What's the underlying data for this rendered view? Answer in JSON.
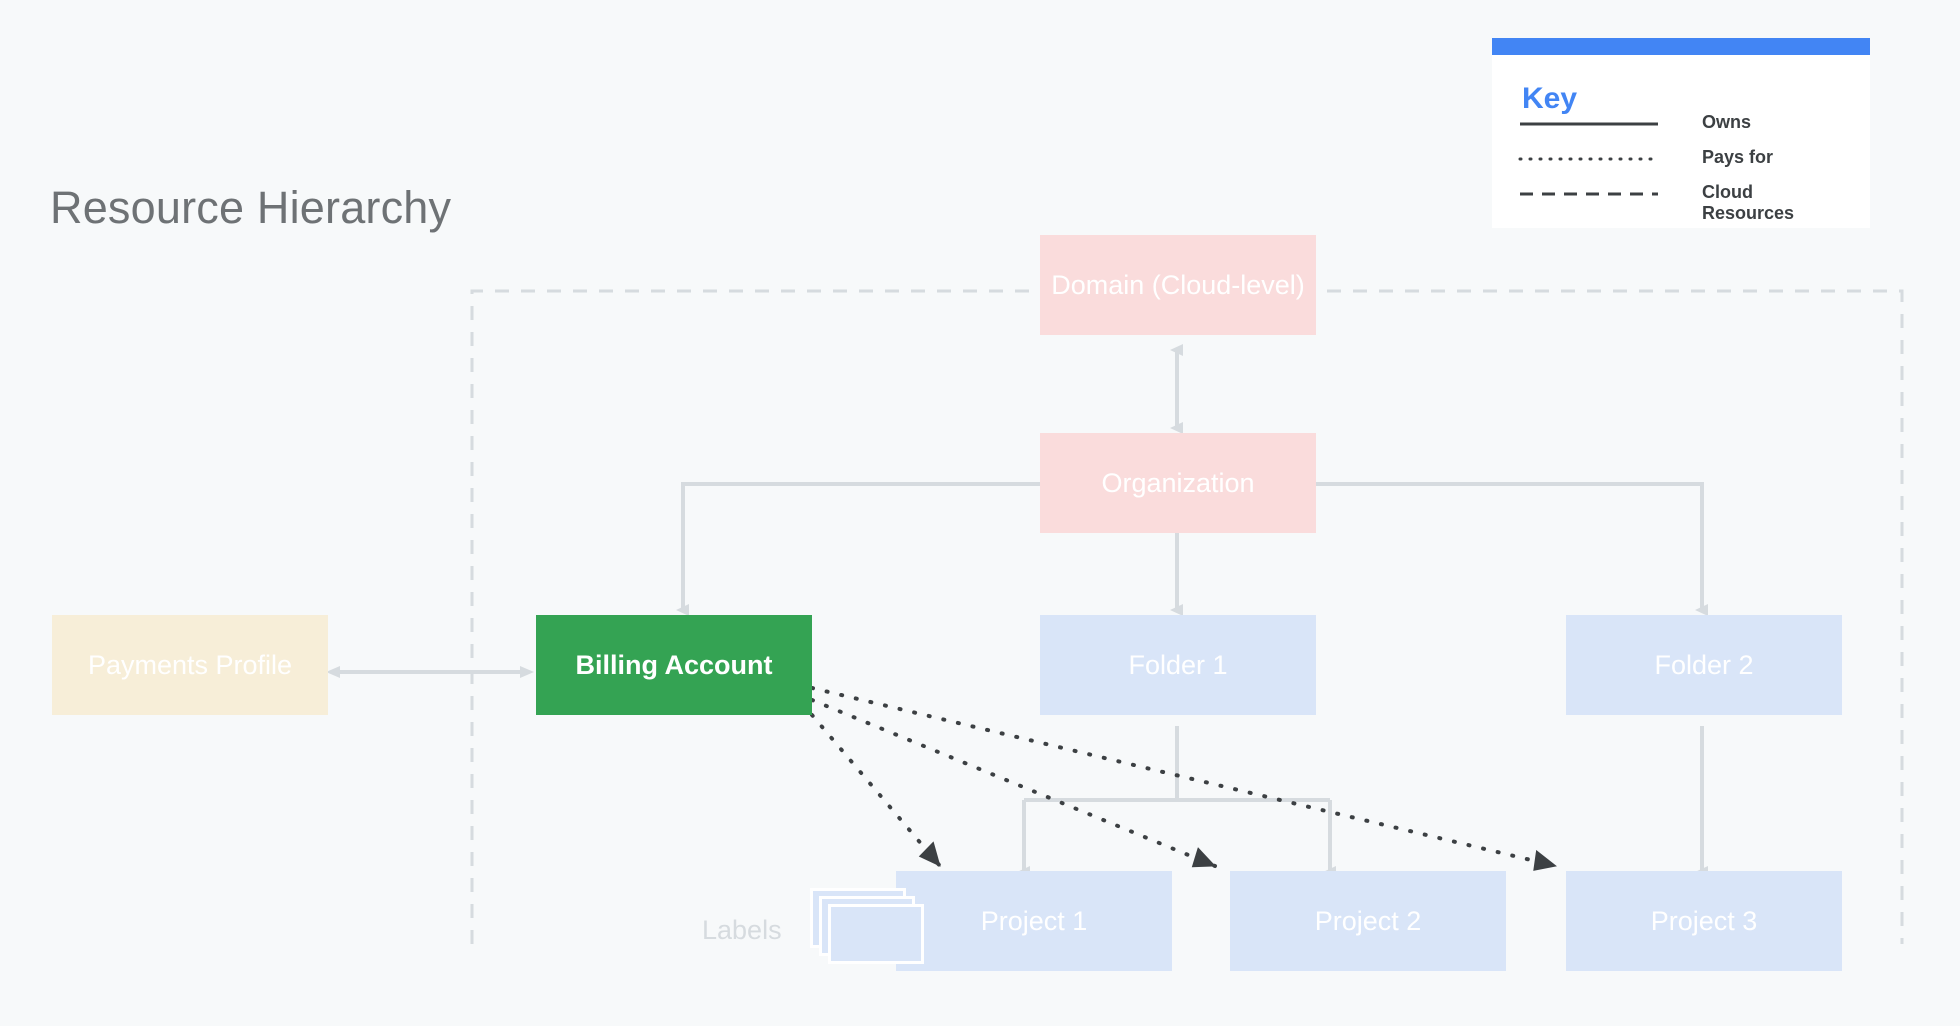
{
  "page": {
    "title": "Resource Hierarchy",
    "background_color": "#f7f9fa",
    "title_color": "#6e7275"
  },
  "key": {
    "heading": "Key",
    "heading_color": "#4285f4",
    "bar_color": "#4285f4",
    "background": "#ffffff",
    "rows": [
      {
        "id": "owns",
        "label": "Owns",
        "line_style": "solid",
        "line_color": "#3c4043"
      },
      {
        "id": "pays-for",
        "label": "Pays for",
        "line_style": "dotted",
        "line_color": "#3c4043"
      },
      {
        "id": "cloud-resources",
        "label": "Cloud\nResources",
        "line_style": "dashed",
        "line_color": "#3c4043"
      }
    ]
  },
  "boundary": {
    "name": "Cloud Resources boundary",
    "line_style": "dashed",
    "color": "#d6dbdf"
  },
  "nodes": [
    {
      "id": "domain",
      "label": "Domain (Cloud-level)",
      "fill": "#fadcdc",
      "text_color": "#ffffff",
      "bold": false
    },
    {
      "id": "organization",
      "label": "Organization",
      "fill": "#fadcdc",
      "text_color": "#ffffff",
      "bold": false
    },
    {
      "id": "payments-profile",
      "label": "Payments Profile",
      "fill": "#f7eed8",
      "text_color": "#ffffff",
      "bold": false
    },
    {
      "id": "billing-account",
      "label": "Billing Account",
      "fill": "#34a353",
      "text_color": "#ffffff",
      "bold": true
    },
    {
      "id": "folder-1",
      "label": "Folder 1",
      "fill": "#d9e5f8",
      "text_color": "#ffffff",
      "bold": false
    },
    {
      "id": "folder-2",
      "label": "Folder 2",
      "fill": "#d9e5f8",
      "text_color": "#ffffff",
      "bold": false
    },
    {
      "id": "project-1",
      "label": "Project 1",
      "fill": "#d9e5f8",
      "text_color": "#ffffff",
      "bold": false
    },
    {
      "id": "project-2",
      "label": "Project 2",
      "fill": "#d9e5f8",
      "text_color": "#ffffff",
      "bold": false
    },
    {
      "id": "project-3",
      "label": "Project 3",
      "fill": "#d9e5f8",
      "text_color": "#ffffff",
      "bold": false
    }
  ],
  "annotations": {
    "labels_caption": "Labels"
  },
  "edges": [
    {
      "from": "domain",
      "to": "organization",
      "type": "owns",
      "bidirectional": true
    },
    {
      "from": "organization",
      "to": "billing-account",
      "type": "owns",
      "bidirectional": false
    },
    {
      "from": "organization",
      "to": "folder-1",
      "type": "owns",
      "bidirectional": false
    },
    {
      "from": "organization",
      "to": "folder-2",
      "type": "owns",
      "bidirectional": false
    },
    {
      "from": "payments-profile",
      "to": "billing-account",
      "type": "owns",
      "bidirectional": true
    },
    {
      "from": "folder-1",
      "to": "project-1",
      "type": "owns",
      "bidirectional": false
    },
    {
      "from": "folder-1",
      "to": "project-2",
      "type": "owns",
      "bidirectional": false
    },
    {
      "from": "folder-2",
      "to": "project-3",
      "type": "owns",
      "bidirectional": false
    },
    {
      "from": "billing-account",
      "to": "project-1",
      "type": "pays-for",
      "bidirectional": false
    },
    {
      "from": "billing-account",
      "to": "project-2",
      "type": "pays-for",
      "bidirectional": false
    },
    {
      "from": "billing-account",
      "to": "project-3",
      "type": "pays-for",
      "bidirectional": false
    }
  ]
}
